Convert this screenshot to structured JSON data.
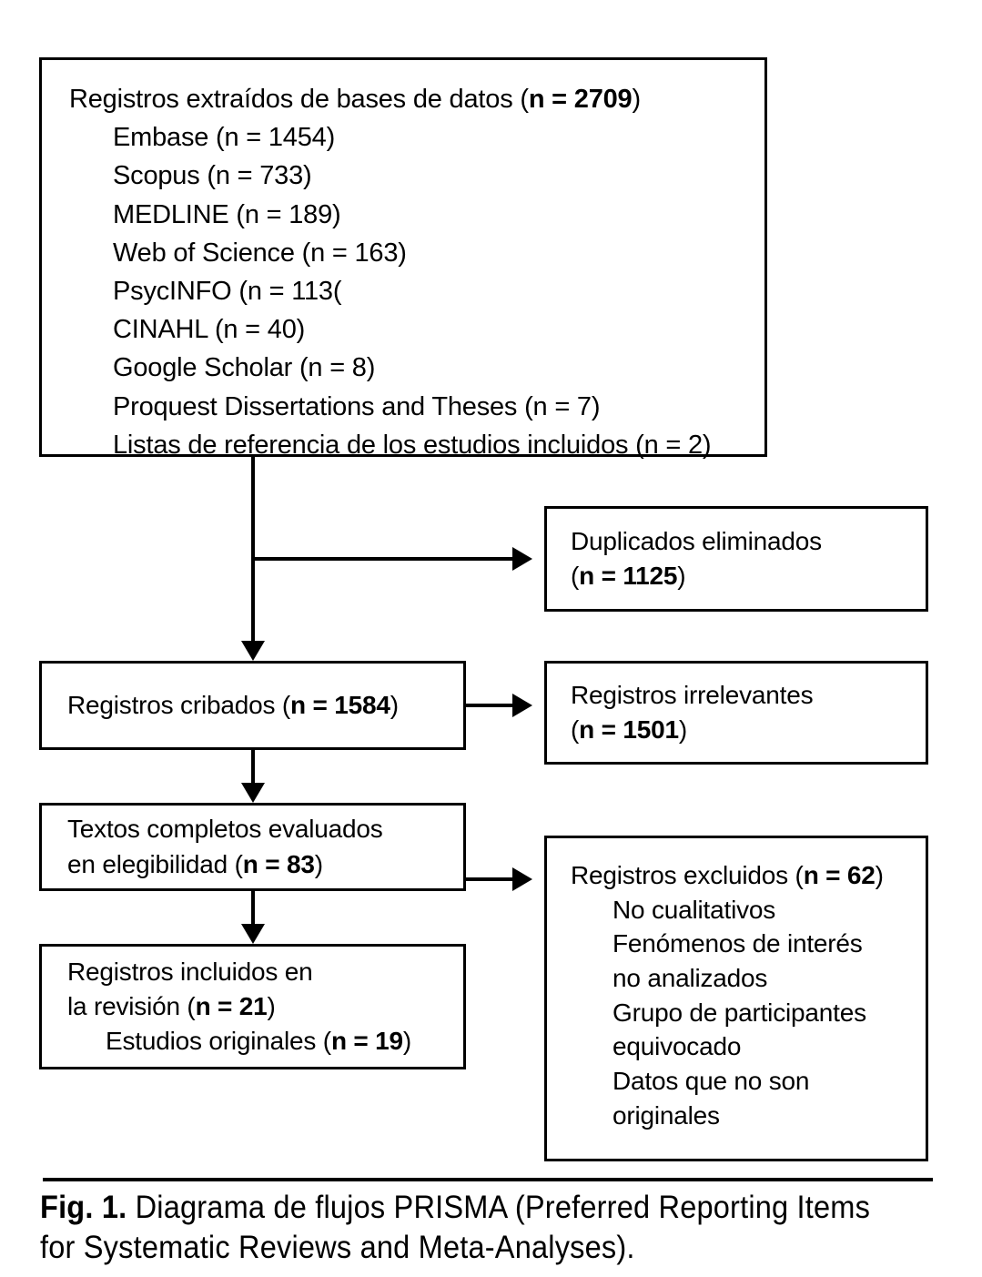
{
  "figure": {
    "caption_label": "Fig. 1.",
    "caption_text": " Diagrama de flujos PRISMA (Preferred Reporting Items for Systematic Reviews and Meta-Analyses)."
  },
  "boxes": {
    "sources": {
      "title_pre": "Registros extraídos de bases de datos (",
      "title_n": "n = 2709",
      "title_post": ")",
      "items": [
        "Embase (n = 1454)",
        "Scopus (n = 733)",
        "MEDLINE (n = 189)",
        "Web of Science (n = 163)",
        "PsycINFO (n = 113(",
        "CINAHL (n = 40)",
        "Google Scholar (n = 8)",
        "Proquest Dissertations and Theses (n = 7)",
        "Listas de referencia de los estudios incluidos (n = 2)"
      ]
    },
    "duplicates": {
      "line1": "Duplicados eliminados",
      "line2_pre": "(",
      "line2_n": "n = 1125",
      "line2_post": ")"
    },
    "screened": {
      "line1_pre": "Registros cribados (",
      "line1_n": "n = 1584",
      "line1_post": ")"
    },
    "irrelevant": {
      "line1": "Registros irrelevantes",
      "line2_pre": "(",
      "line2_n": "n = 1501",
      "line2_post": ")"
    },
    "fulltext": {
      "line1": "Textos completos evaluados",
      "line2_pre": "en elegibilidad (",
      "line2_n": "n = 83",
      "line2_post": ")"
    },
    "excluded": {
      "title_pre": "Registros excluidos (",
      "title_n": "n = 62",
      "title_post": ")",
      "reasons": [
        "No cualitativos",
        "Fenómenos de interés",
        "no analizados",
        "Grupo de participantes",
        "equivocado",
        "Datos que no son",
        "originales"
      ]
    },
    "included": {
      "line1": "Registros incluidos en",
      "line2_pre": "la revisión (",
      "line2_n": "n = 21",
      "line2_post": ")",
      "line3_pre": "Estudios originales (",
      "line3_n": "n = 19",
      "line3_post": ")"
    }
  },
  "colors": {
    "stroke": "#000000",
    "background": "#ffffff",
    "text": "#000000"
  }
}
